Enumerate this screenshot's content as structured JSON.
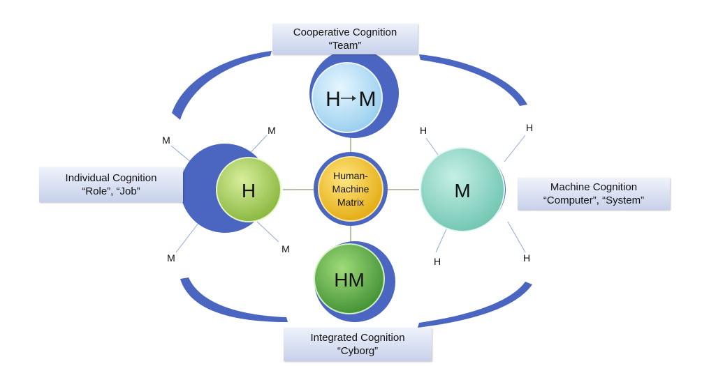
{
  "center": {
    "line1": "Human-",
    "line2": "Machine",
    "line3": "Matrix"
  },
  "nodes": {
    "top": {
      "left": "H",
      "right": "M"
    },
    "left": {
      "label": "H"
    },
    "right": {
      "label": "M"
    },
    "bottom": {
      "label": "HM"
    }
  },
  "spokes": {
    "left_top_outer": "M",
    "left_top_inner": "M",
    "left_bottom_outer": "M",
    "left_bottom_inner": "M",
    "right_top_inner": "H",
    "right_top_outer": "H",
    "right_bottom_inner": "H",
    "right_bottom_outer": "H"
  },
  "labels": {
    "top": {
      "line1": "Cooperative Cognition",
      "line2": "“Team”"
    },
    "left": {
      "line1": "Individual Cognition",
      "line2": "“Role”, “Job”"
    },
    "right": {
      "line1": "Machine Cognition",
      "line2": "“Computer”, “System”"
    },
    "bottom": {
      "line1": "Integrated Cognition",
      "line2": "“Cyborg”"
    }
  },
  "colors": {
    "crescent": "#4a66c0",
    "connector": "#9aaa8a",
    "center_fill": "#f2c21f",
    "top_fill": "#bfe4f7",
    "left_fill": "#a4cc5a",
    "right_fill": "#8fd6c6",
    "bottom_fill": "#5cae48",
    "label_bg": "#ccd5ee"
  }
}
